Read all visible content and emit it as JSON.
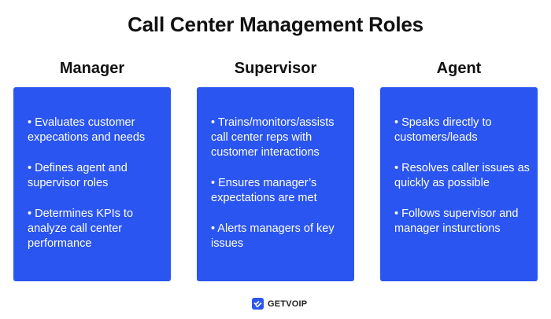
{
  "title": "Call Center Management Roles",
  "accent_color": "#2A55F0",
  "columns": [
    {
      "heading": "Manager",
      "items": [
        "• Evaluates customer expecations and needs",
        "• Defines agent and supervisor roles",
        "• Determines KPIs to analyze call center performance"
      ]
    },
    {
      "heading": "Supervisor",
      "items": [
        "• Trains/monitors/assists call center reps with customer interactions",
        "• Ensures manager’s expectations are met",
        "• Alerts managers of key issues"
      ]
    },
    {
      "heading": "Agent",
      "items": [
        "• Speaks directly to customers/leads",
        "• Resolves caller issues as quickly as possible",
        "• Follows supervisor and manager insturctions"
      ]
    }
  ],
  "logo": {
    "icon": "checkmark-icon",
    "text": "GETVOIP"
  }
}
